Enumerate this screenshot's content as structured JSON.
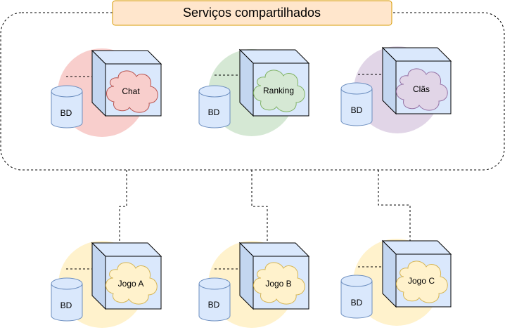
{
  "title": "Serviços compartilhados",
  "shared_services": [
    {
      "name": "Chat",
      "db_label": "BD",
      "color": "#f8cecc",
      "stroke": "#b85450"
    },
    {
      "name": "Ranking",
      "db_label": "BD",
      "color": "#d5e8d4",
      "stroke": "#82b366"
    },
    {
      "name": "Clãs",
      "db_label": "BD",
      "color": "#e1d5e7",
      "stroke": "#9673a6"
    }
  ],
  "games": [
    {
      "name": "Jogo A",
      "db_label": "BD"
    },
    {
      "name": "Jogo B",
      "db_label": "BD"
    },
    {
      "name": "Jogo C",
      "db_label": "BD"
    }
  ],
  "colors": {
    "title_fill": "#ffe6cc",
    "title_stroke": "#d79b00",
    "box_fill": "#dae8fc",
    "box_stroke": "#000000",
    "game_cloud": "#fff2cc",
    "game_cloud_stroke": "#d6b656",
    "game_halo": "#fff2cc"
  }
}
